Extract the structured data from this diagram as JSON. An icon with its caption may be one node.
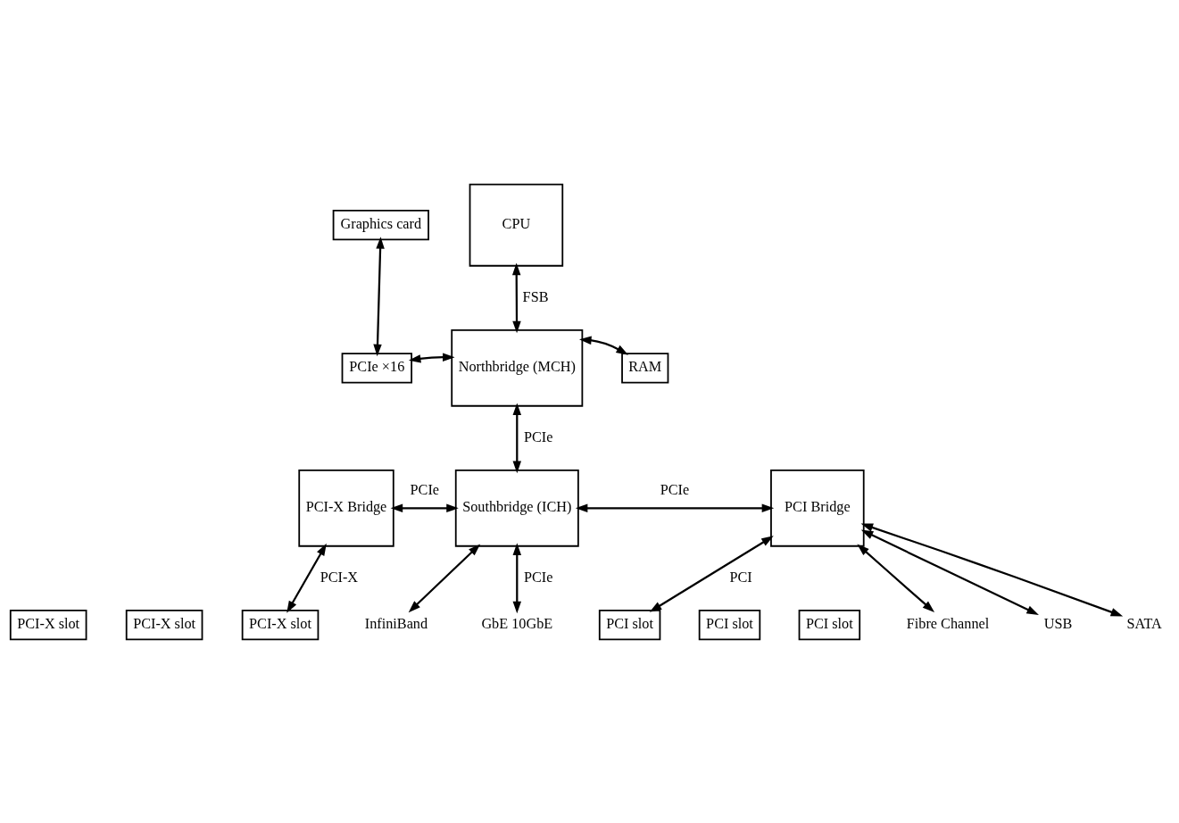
{
  "diagram": {
    "nodes": [
      {
        "text": [
          "CPU"
        ]
      },
      {
        "text": [
          "Graphics card"
        ]
      },
      {
        "text": [
          "Northbridge (MCH)"
        ]
      },
      {
        "text": [
          "PCIe ×16"
        ]
      },
      {
        "text": [
          "RAM"
        ]
      },
      {
        "text": [
          "PCI-X Bridge"
        ]
      },
      {
        "text": [
          "Southbridge (ICH)"
        ]
      },
      {
        "text": [
          "PCI Bridge"
        ]
      },
      {
        "text": [
          "Fibre Channel"
        ]
      },
      {
        "text": [
          "USB"
        ]
      },
      {
        "text": [
          "SATA"
        ]
      },
      {
        "text": [
          "PCI-X slot"
        ]
      },
      {
        "text": [
          "PCI-X slot"
        ]
      },
      {
        "text": [
          "PCI-X slot"
        ]
      },
      {
        "text": [
          "InfiniBand"
        ]
      },
      {
        "text": [
          "GbE 10GbE"
        ]
      },
      {
        "text": [
          "PCI slot"
        ]
      },
      {
        "text": [
          "PCI slot"
        ]
      },
      {
        "text": [
          "PCI slot"
        ]
      }
    ],
    "edges": [
      {
        "from": 0,
        "to": 2,
        "arrow": "both",
        "label": "FSB"
      },
      {
        "from": 1,
        "to": 3,
        "arrow": "both"
      },
      {
        "from": 3,
        "to": 2,
        "arrow": "both"
      },
      {
        "from": 2,
        "to": 4,
        "arrow": "both"
      },
      {
        "from": 2,
        "to": 6,
        "arrow": "both",
        "label": "PCIe"
      },
      {
        "from": 5,
        "to": 6,
        "arrow": "both",
        "label": "PCIe"
      },
      {
        "from": 6,
        "to": 7,
        "arrow": "both",
        "label": "PCIe"
      },
      {
        "from": 7,
        "to": 8,
        "arrow": "both"
      },
      {
        "from": 7,
        "to": 9,
        "arrow": "both"
      },
      {
        "from": 7,
        "to": 10,
        "arrow": "both"
      },
      {
        "from": 5,
        "to": 13,
        "arrow": "both",
        "label": "PCI-X"
      },
      {
        "from": 6,
        "to": 14,
        "arrow": "both"
      },
      {
        "from": 6,
        "to": 15,
        "arrow": "both",
        "label": "PCIe"
      },
      {
        "from": 7,
        "to": 16,
        "arrow": "both",
        "label": "PCI"
      }
    ]
  }
}
